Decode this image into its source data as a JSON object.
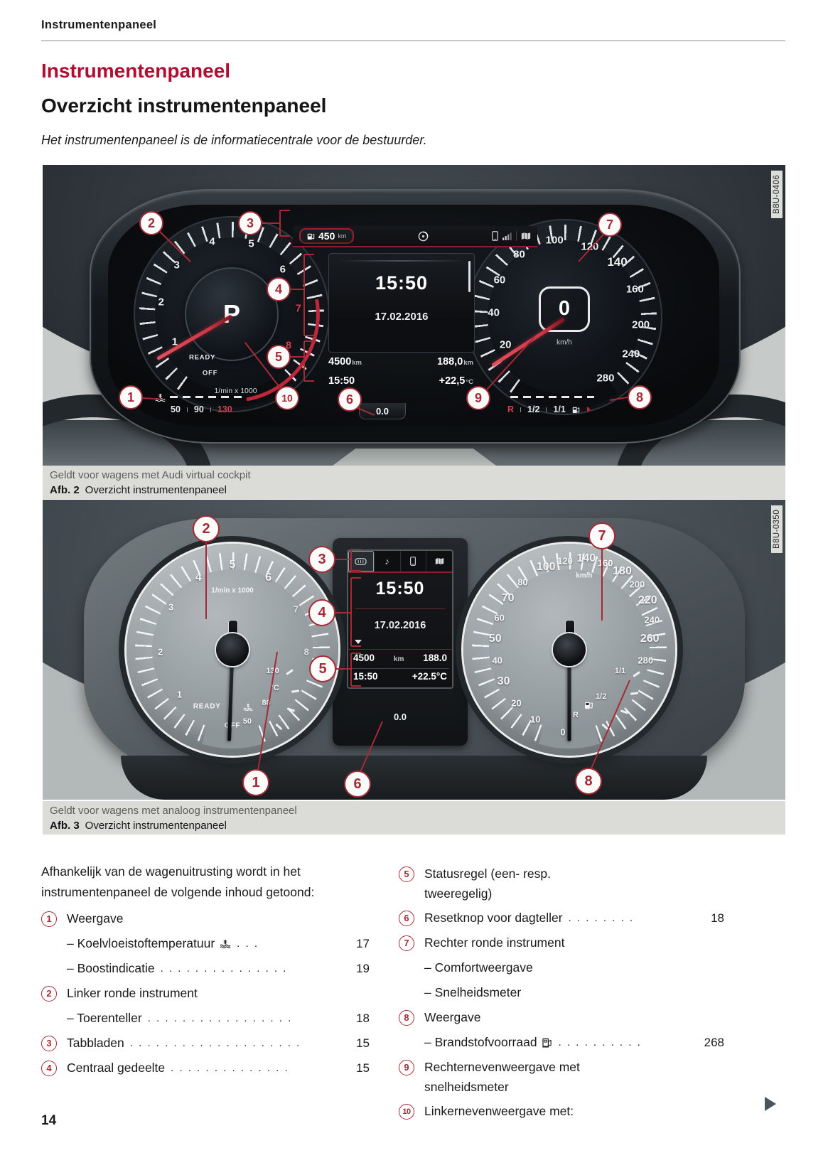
{
  "page": {
    "running_header": "Instrumentenpaneel",
    "title": "Instrumentenpaneel",
    "subtitle": "Overzicht instrumentenpaneel",
    "intro": "Het instrumentenpaneel is de informatiecentrale voor de bestuurder.",
    "page_number": "14"
  },
  "colors": {
    "accent_red": "#b00d30",
    "callout_red": "#a62a35",
    "caption_bg": "#dbdbd7"
  },
  "figure1": {
    "code": "B8U-0406",
    "caption_note": "Geldt voor wagens met Audi virtual cockpit",
    "caption_label": "Afb. 2",
    "caption_title": "Overzicht instrumentenpaneel",
    "status_bar": {
      "fuel_range": "450",
      "fuel_range_unit": "km"
    },
    "display": {
      "clock": "15:50",
      "date": "17.02.2016"
    },
    "status_rows": {
      "odo": "4500",
      "odo_unit": "km",
      "trip": "188,0",
      "trip_unit": "km",
      "time": "15:50",
      "temp": "+22,5",
      "temp_unit": "°C"
    },
    "tachometer": {
      "numbers": [
        "1",
        "2",
        "3",
        "4",
        "5",
        "6",
        "7",
        "8"
      ],
      "gear": "P",
      "ready": "READY",
      "off": "OFF",
      "unit": "1/min x 1000"
    },
    "speedometer": {
      "numbers": [
        "20",
        "40",
        "60",
        "80",
        "100",
        "120",
        "140",
        "160",
        "200",
        "240",
        "280"
      ],
      "value": "0",
      "unit": "km/h"
    },
    "temp_gauge": [
      "50",
      "90",
      "130"
    ],
    "fuel_gauge": [
      "R",
      "1/2",
      "1/1"
    ],
    "trip_value": "0.0",
    "callouts": [
      "1",
      "2",
      "3",
      "4",
      "5",
      "6",
      "7",
      "8",
      "9",
      "10"
    ]
  },
  "figure2": {
    "code": "B8U-0350",
    "caption_note": "Geldt voor wagens met analoog instrumentenpaneel",
    "caption_label": "Afb. 3",
    "caption_title": "Overzicht instrumentenpane​el",
    "display": {
      "clock": "15:50",
      "date": "17.02.2016",
      "odo": "4500",
      "odo_unit": "km",
      "trip": "188.0",
      "time": "15:50",
      "temp": "+22.5°C"
    },
    "tachometer": {
      "numbers": [
        "1",
        "2",
        "3",
        "4",
        "5",
        "6",
        "7",
        "8"
      ],
      "ready": "READY",
      "off": "OFF",
      "unit": "1/min x 1000"
    },
    "speedometer": {
      "numbers": [
        "0",
        "10",
        "20",
        "30",
        "40",
        "50",
        "60",
        "70",
        "80",
        "100",
        "120",
        "140",
        "160",
        "180",
        "200",
        "220",
        "240",
        "260",
        "280"
      ],
      "unit": "km/h"
    },
    "temp_gauge": [
      "50",
      "80",
      "130",
      "°C"
    ],
    "fuel_gauge": [
      "R",
      "1/2",
      "1/1"
    ],
    "trip_value": "0.0",
    "callouts": [
      "1",
      "2",
      "3",
      "4",
      "5",
      "6",
      "7",
      "8"
    ]
  },
  "section": {
    "intro": "Afhankelijk van de wagenuitrusting wordt in het instrumentenpaneel de volgende inhoud getoond:",
    "left": [
      {
        "num": "1",
        "label": "Weergave"
      },
      {
        "label": "– Koelvloeistoftemperatuur",
        "dots": ". . .",
        "page": "17"
      },
      {
        "label": "– Boostindicatie",
        "dots": ". . . . . . . . . . . . . . .",
        "page": "19"
      },
      {
        "num": "2",
        "label": "Linker ronde instrument"
      },
      {
        "label": "– Toerenteller",
        "dots": ". . . . . . . . . . . . . . . . .",
        "page": "18"
      },
      {
        "num": "3",
        "label": "Tabbladen",
        "dots": ". . . . . . . . . . . . . . . . . . . .",
        "page": "15"
      },
      {
        "num": "4",
        "label": "Centraal gedeelte",
        "dots": ". . . . . . . . . . . . . .",
        "page": "15"
      }
    ],
    "right": [
      {
        "num": "5",
        "label": "Statusregel (een- resp.",
        "label2": "tweeregelig)"
      },
      {
        "num": "6",
        "label": "Resetknop voor dagteller",
        "dots": ". . . . . . . .",
        "page": "18"
      },
      {
        "num": "7",
        "label": "Rechter ronde instrument"
      },
      {
        "label": "– Comfortweergave"
      },
      {
        "label": "– Snelheidsmeter"
      },
      {
        "num": "8",
        "label": "Weergave"
      },
      {
        "label": "– Brandstofvoorraad",
        "dots": ". . . . . . . . . .",
        "page": "268"
      },
      {
        "num": "9",
        "label": "Rechternevenweergave met",
        "label2": "snelheidsmeter"
      },
      {
        "num": "10",
        "label": "Linkernevenweergave met:"
      }
    ]
  }
}
